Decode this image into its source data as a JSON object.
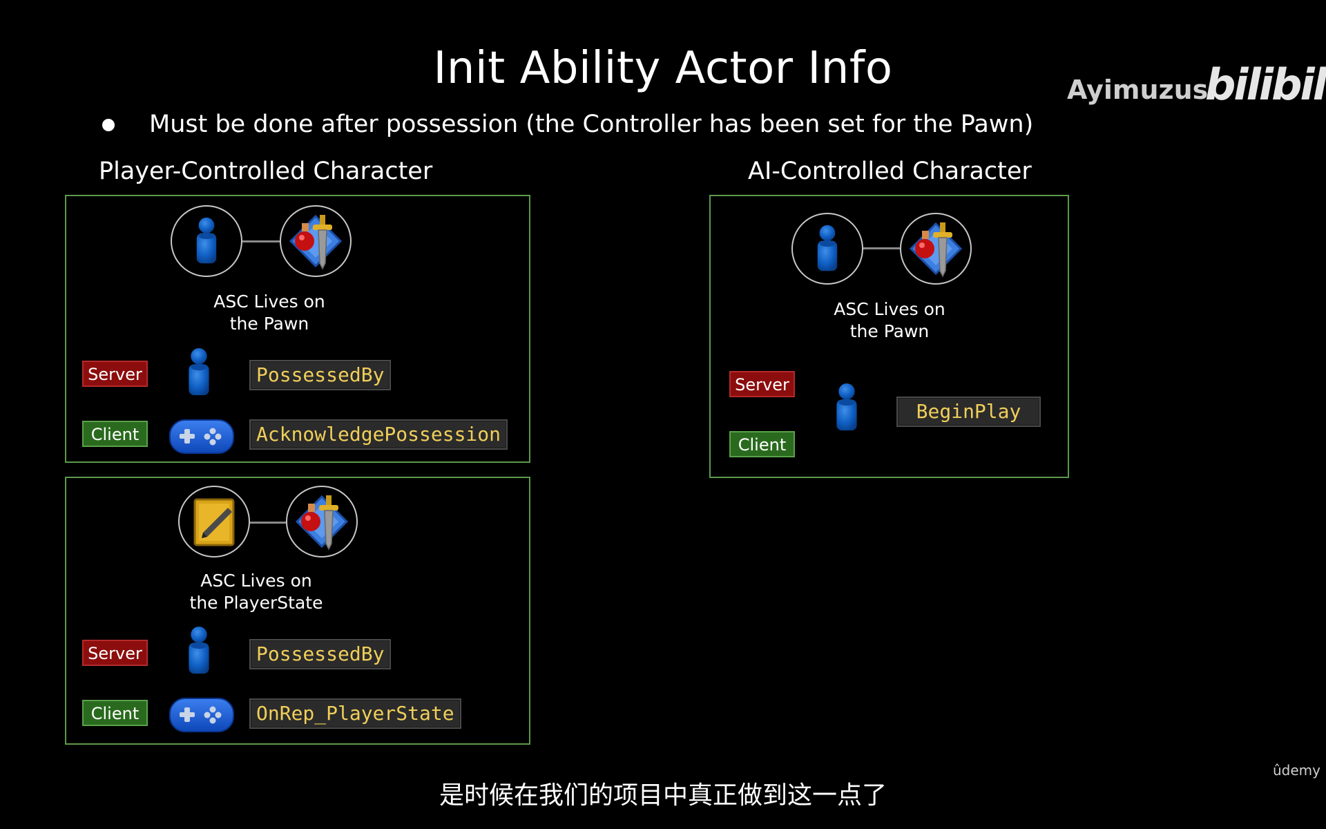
{
  "slide": {
    "title": "Init Ability Actor Info",
    "bullet": "Must be done after possession (the Controller has been set for the Pawn)"
  },
  "player_section": {
    "title": "Player-Controlled Character",
    "pawn_box": {
      "caption_line1": "ASC Lives on",
      "caption_line2": "the Pawn",
      "server_label": "Server",
      "server_function": "PossessedBy",
      "client_label": "Client",
      "client_function": "AcknowledgePossession"
    },
    "playerstate_box": {
      "caption_line1": "ASC Lives on",
      "caption_line2": "the PlayerState",
      "server_label": "Server",
      "server_function": "PossessedBy",
      "client_label": "Client",
      "client_function": "OnRep_PlayerState"
    }
  },
  "ai_section": {
    "title": "AI-Controlled Character",
    "caption_line1": "ASC Lives on",
    "caption_line2": "the Pawn",
    "server_label": "Server",
    "client_label": "Client",
    "function": "BeginPlay"
  },
  "watermark": {
    "author": "Ayimuzus",
    "logo": "bilibili",
    "udemy": "ûdemy"
  },
  "subtitle": "是时候在我们的项目中真正做到这一点了",
  "icons": [
    "pawn-icon",
    "ability-system-icon",
    "player-state-icon",
    "gamepad-icon"
  ],
  "colors": {
    "panel_border": "#5c9a4a",
    "server_tag": "#8c0d0d",
    "client_tag": "#2a6a1e",
    "function_text": "#f0cf5a"
  }
}
